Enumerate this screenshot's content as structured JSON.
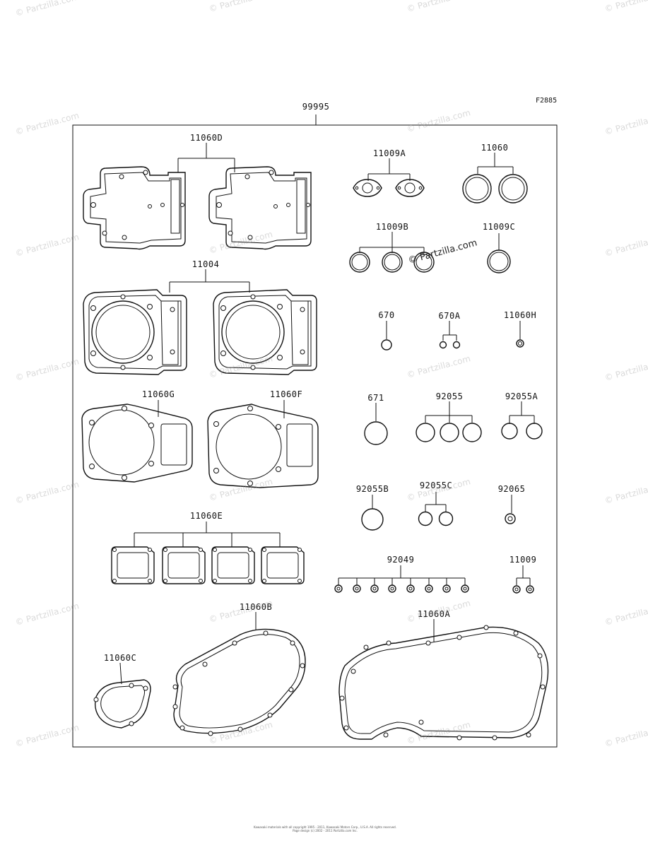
{
  "figure_id": "F2885",
  "kit_label": "99995",
  "parts": {
    "p11060D": "11060D",
    "p11004": "11004",
    "p11060G": "11060G",
    "p11060F": "11060F",
    "p11060E": "11060E",
    "p11060B": "11060B",
    "p11060C": "11060C",
    "p11060A": "11060A",
    "p11009A": "11009A",
    "p11060": "11060",
    "p11009B": "11009B",
    "p11009C": "11009C",
    "p670": "670",
    "p670A": "670A",
    "p11060H": "11060H",
    "p671": "671",
    "p92055": "92055",
    "p92055A": "92055A",
    "p92055B": "92055B",
    "p92055C": "92055C",
    "p92065": "92065",
    "p92049": "92049",
    "p11009": "11009"
  },
  "watermark": "© Partzilla.com",
  "copyright_line1": "Kawasaki materials with all copyright 1995 - 2011, Kawasaki Motors Corp., U.S.A. All rights reserved.",
  "copyright_line2": "Page design (c) 2002 - 2011 Partzilla.com Inc."
}
